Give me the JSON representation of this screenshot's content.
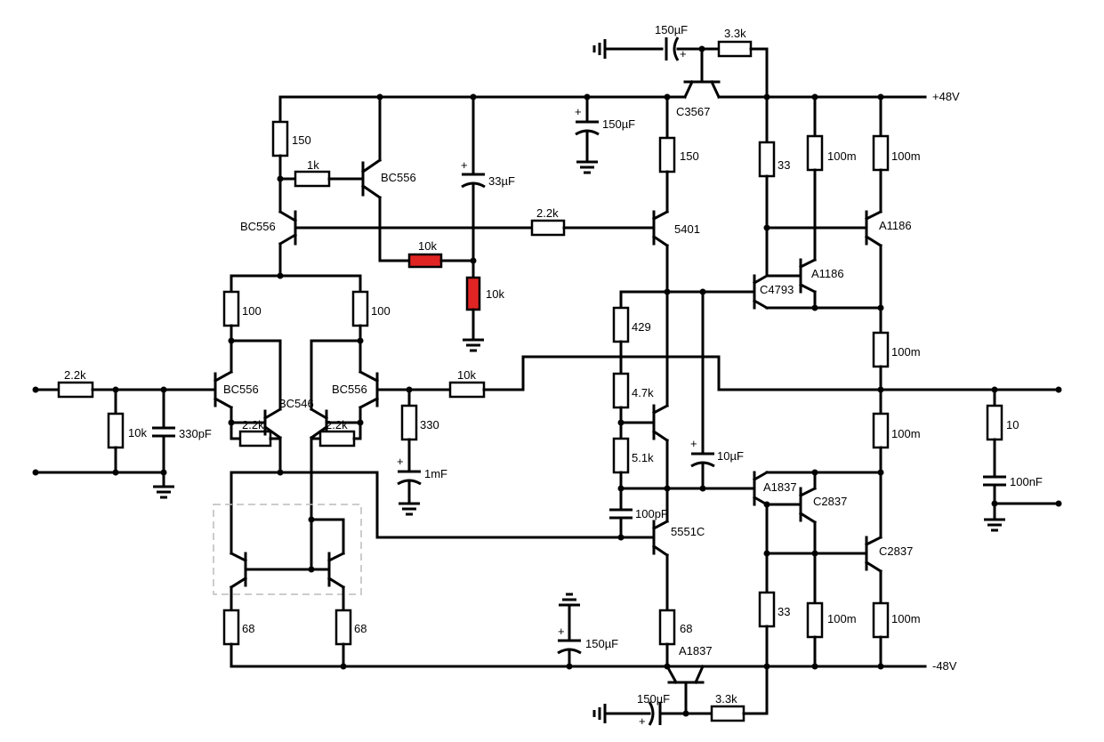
{
  "rails": {
    "positive": "+48V",
    "negative": "-48V"
  },
  "colors": {
    "highlight_resistor": "#e02424",
    "wire": "#000000"
  },
  "components": {
    "cap_top_150u": "150µF",
    "res_top_3k3": "3.3k",
    "q_c3567": "C3567",
    "cap_150u_mid": "150µF",
    "res_150_left": "150",
    "res_1k": "1k",
    "q_bc556_top": "BC556",
    "cap_33u": "33µF",
    "q_bc556_left": "BC556",
    "res_2k2_mid": "2.2k",
    "res_10k_red_h": "10k",
    "res_10k_red_v": "10k",
    "res_150_right": "150",
    "q_5401": "5401",
    "res_33_top": "33",
    "res_100m_a": "100m",
    "res_100m_b": "100m",
    "q_a1186_out": "A1186",
    "q_c4793": "C4793",
    "q_a1186_drv": "A1186",
    "res_100_left": "100",
    "res_100_right": "100",
    "res_429": "429",
    "res_100m_c": "100m",
    "res_2k2_in": "2.2k",
    "q_bc556_dl": "BC556",
    "q_bc546": "BC546",
    "q_bc556_dr": "BC556",
    "res_10k_fb": "10k",
    "res_4k7": "4.7k",
    "res_10k_in": "10k",
    "cap_330p": "330pF",
    "res_2k2_el": "2.2k",
    "res_2k2_er": "2.2k",
    "res_330": "330",
    "res_100m_d": "100m",
    "res_10_zobel": "10",
    "res_5k1": "5.1k",
    "cap_10u": "10µF",
    "cap_1mF": "1mF",
    "q_a1837_drv": "A1837",
    "q_c2837_drv": "C2837",
    "cap_100nF": "100nF",
    "cap_100p": "100pF",
    "q_5551c": "5551C",
    "q_c2837_out": "C2837",
    "res_68_l": "68",
    "res_68_r": "68",
    "res_33_bot": "33",
    "res_100m_e": "100m",
    "res_100m_f": "100m",
    "cap_150u_bot": "150µF",
    "res_68_vas": "68",
    "q_a1837_bot": "A1837",
    "cap_bot_150u": "150µF",
    "res_bot_3k3": "3.3k"
  }
}
